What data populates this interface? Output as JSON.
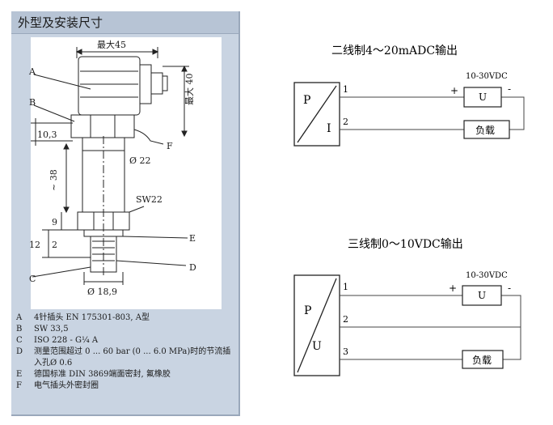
{
  "panel": {
    "title": "外型及安装尺寸",
    "dimensions": {
      "width_max": "最大45",
      "height_max": "最大 40",
      "flange": "10,3",
      "diameter_22": "Ø 22",
      "length_38": "~ 38",
      "wrench": "SW22",
      "dim_9": "9",
      "dim_2": "2",
      "dim_12": "12",
      "diameter_18": "Ø 18,9"
    },
    "part_labels": [
      "A",
      "B",
      "F",
      "E",
      "D",
      "C"
    ],
    "legend": [
      {
        "key": "A",
        "text": "4针插头 EN 175301-803, A型"
      },
      {
        "key": "B",
        "text": "SW 33,5"
      },
      {
        "key": "C",
        "text": "ISO 228 - G¼ A"
      },
      {
        "key": "D",
        "text": "测量范围超过 0 ... 60 bar (0 ... 6.0 MPa)时的节流插入孔Ø 0.6"
      },
      {
        "key": "E",
        "text": "德国标准 DIN 3869端面密封, 氟橡胶"
      },
      {
        "key": "F",
        "text": "电气插头外密封圈"
      }
    ]
  },
  "wiring_two": {
    "title": "二线制4～20mADC输出",
    "box_top": "P",
    "box_bottom": "I",
    "pin1": "1",
    "pin2": "2",
    "supply_label": "10-30VDC",
    "supply_box": "U",
    "plus": "+",
    "minus": "-",
    "load": "负载"
  },
  "wiring_three": {
    "title": "三线制0～10VDC输出",
    "box_top": "P",
    "box_bottom": "U",
    "pin1": "1",
    "pin2": "2",
    "pin3": "3",
    "supply_label": "10-30VDC",
    "supply_box": "U",
    "plus": "+",
    "minus": "-",
    "load": "负载"
  }
}
